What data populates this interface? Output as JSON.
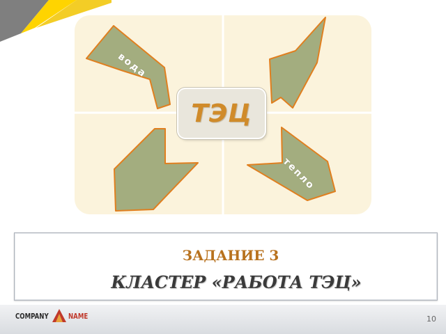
{
  "cluster": {
    "center": "ТЭЦ",
    "arrows": [
      {
        "position": "top-left",
        "label": "вода"
      },
      {
        "position": "top-right",
        "label": ""
      },
      {
        "position": "bottom-left",
        "label": ""
      },
      {
        "position": "bottom-right",
        "label": "тепло"
      }
    ]
  },
  "task": {
    "title": "ЗАДАНИЕ 3",
    "subtitle": "КЛАСТЕР «РАБОТА ТЭЦ»"
  },
  "footer": {
    "logo_left": "COMPANY",
    "logo_right": "NAME",
    "page_number": "10"
  },
  "colors": {
    "arrow_fill": "#a3ad7f",
    "arrow_stroke": "#e07f1f",
    "board": "#fbf3dc",
    "accent": "#d08b2a"
  }
}
